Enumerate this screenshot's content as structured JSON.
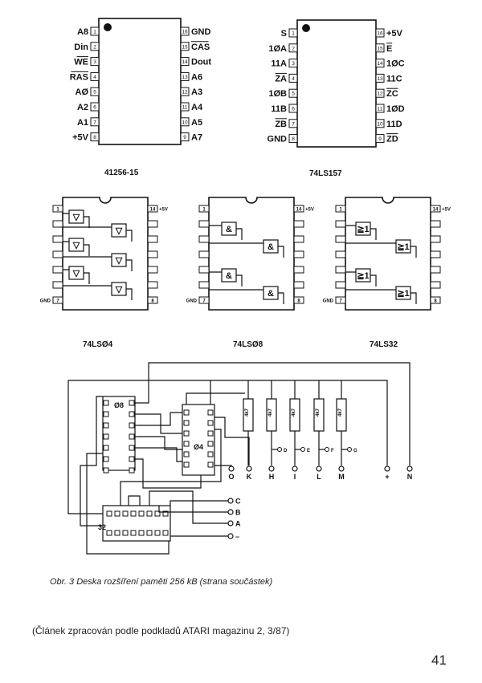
{
  "chip_41256": {
    "name": "41256-15",
    "left_pins": [
      {
        "num": "1",
        "label": "A8",
        "bar": false
      },
      {
        "num": "2",
        "label": "Din",
        "bar": false
      },
      {
        "num": "3",
        "label": "WE",
        "bar": true
      },
      {
        "num": "4",
        "label": "RAS",
        "bar": true
      },
      {
        "num": "5",
        "label": "AØ",
        "bar": false
      },
      {
        "num": "6",
        "label": "A2",
        "bar": false
      },
      {
        "num": "7",
        "label": "A1",
        "bar": false
      },
      {
        "num": "8",
        "label": "+5V",
        "bar": false
      }
    ],
    "right_pins": [
      {
        "num": "16",
        "label": "GND",
        "bar": false
      },
      {
        "num": "15",
        "label": "CAS",
        "bar": true
      },
      {
        "num": "14",
        "label": "Dout",
        "bar": false
      },
      {
        "num": "13",
        "label": "A6",
        "bar": false
      },
      {
        "num": "12",
        "label": "A3",
        "bar": false
      },
      {
        "num": "11",
        "label": "A4",
        "bar": false
      },
      {
        "num": "10",
        "label": "A5",
        "bar": false
      },
      {
        "num": "9",
        "label": "A7",
        "bar": false
      }
    ]
  },
  "chip_74ls157": {
    "name": "74LS157",
    "left_pins": [
      {
        "num": "1",
        "label": "S",
        "bar": false
      },
      {
        "num": "2",
        "label": "1ØA",
        "bar": false
      },
      {
        "num": "3",
        "label": "11A",
        "bar": false
      },
      {
        "num": "4",
        "label": "ZA",
        "bar": true
      },
      {
        "num": "5",
        "label": "1ØB",
        "bar": false
      },
      {
        "num": "6",
        "label": "11B",
        "bar": false
      },
      {
        "num": "7",
        "label": "ZB",
        "bar": true
      },
      {
        "num": "8",
        "label": "GND",
        "bar": false
      }
    ],
    "right_pins": [
      {
        "num": "16",
        "label": "+5V",
        "bar": false
      },
      {
        "num": "15",
        "label": "E",
        "bar": true
      },
      {
        "num": "14",
        "label": "1ØC",
        "bar": false
      },
      {
        "num": "13",
        "label": "11C",
        "bar": false
      },
      {
        "num": "12",
        "label": "ZC",
        "bar": true
      },
      {
        "num": "11",
        "label": "1ØD",
        "bar": false
      },
      {
        "num": "10",
        "label": "11D",
        "bar": false
      },
      {
        "num": "9",
        "label": "ZD",
        "bar": true
      }
    ]
  },
  "gate_chips": [
    {
      "name": "74LSØ4",
      "gate_symbol": "▽",
      "vcc_pin": "14",
      "vcc_label": "+5V",
      "gnd_pin": "7",
      "gnd_label": "GND",
      "first_pin": "1",
      "last_pin": "8"
    },
    {
      "name": "74LSØ8",
      "gate_symbol": "&",
      "vcc_pin": "14",
      "vcc_label": "+5V",
      "gnd_pin": "7",
      "gnd_label": "GND",
      "first_pin": "1",
      "last_pin": "8"
    },
    {
      "name": "74LS32",
      "gate_symbol": "≧1",
      "vcc_pin": "14",
      "vcc_label": "+5V",
      "gnd_pin": "7",
      "gnd_label": "GND",
      "first_pin": "1",
      "last_pin": "8"
    }
  ],
  "board": {
    "chip_labels": [
      "Ø8",
      "Ø4",
      "32"
    ],
    "resistor_value": "4k7",
    "resistor_count": 5,
    "resistor_side_labels": [
      "D",
      "E",
      "F",
      "G"
    ],
    "bottom_terminals": [
      "O",
      "K",
      "H",
      "I",
      "L",
      "M",
      "+",
      "N"
    ],
    "side_terminals": [
      "C",
      "B",
      "A",
      "–"
    ]
  },
  "caption": "Obr. 3 Deska rozšíření paměti 256 kB (strana součástek)",
  "note": "(Článek zpracován podle podkladů ATARI magazinu 2, 3/87)",
  "page_number": "41"
}
